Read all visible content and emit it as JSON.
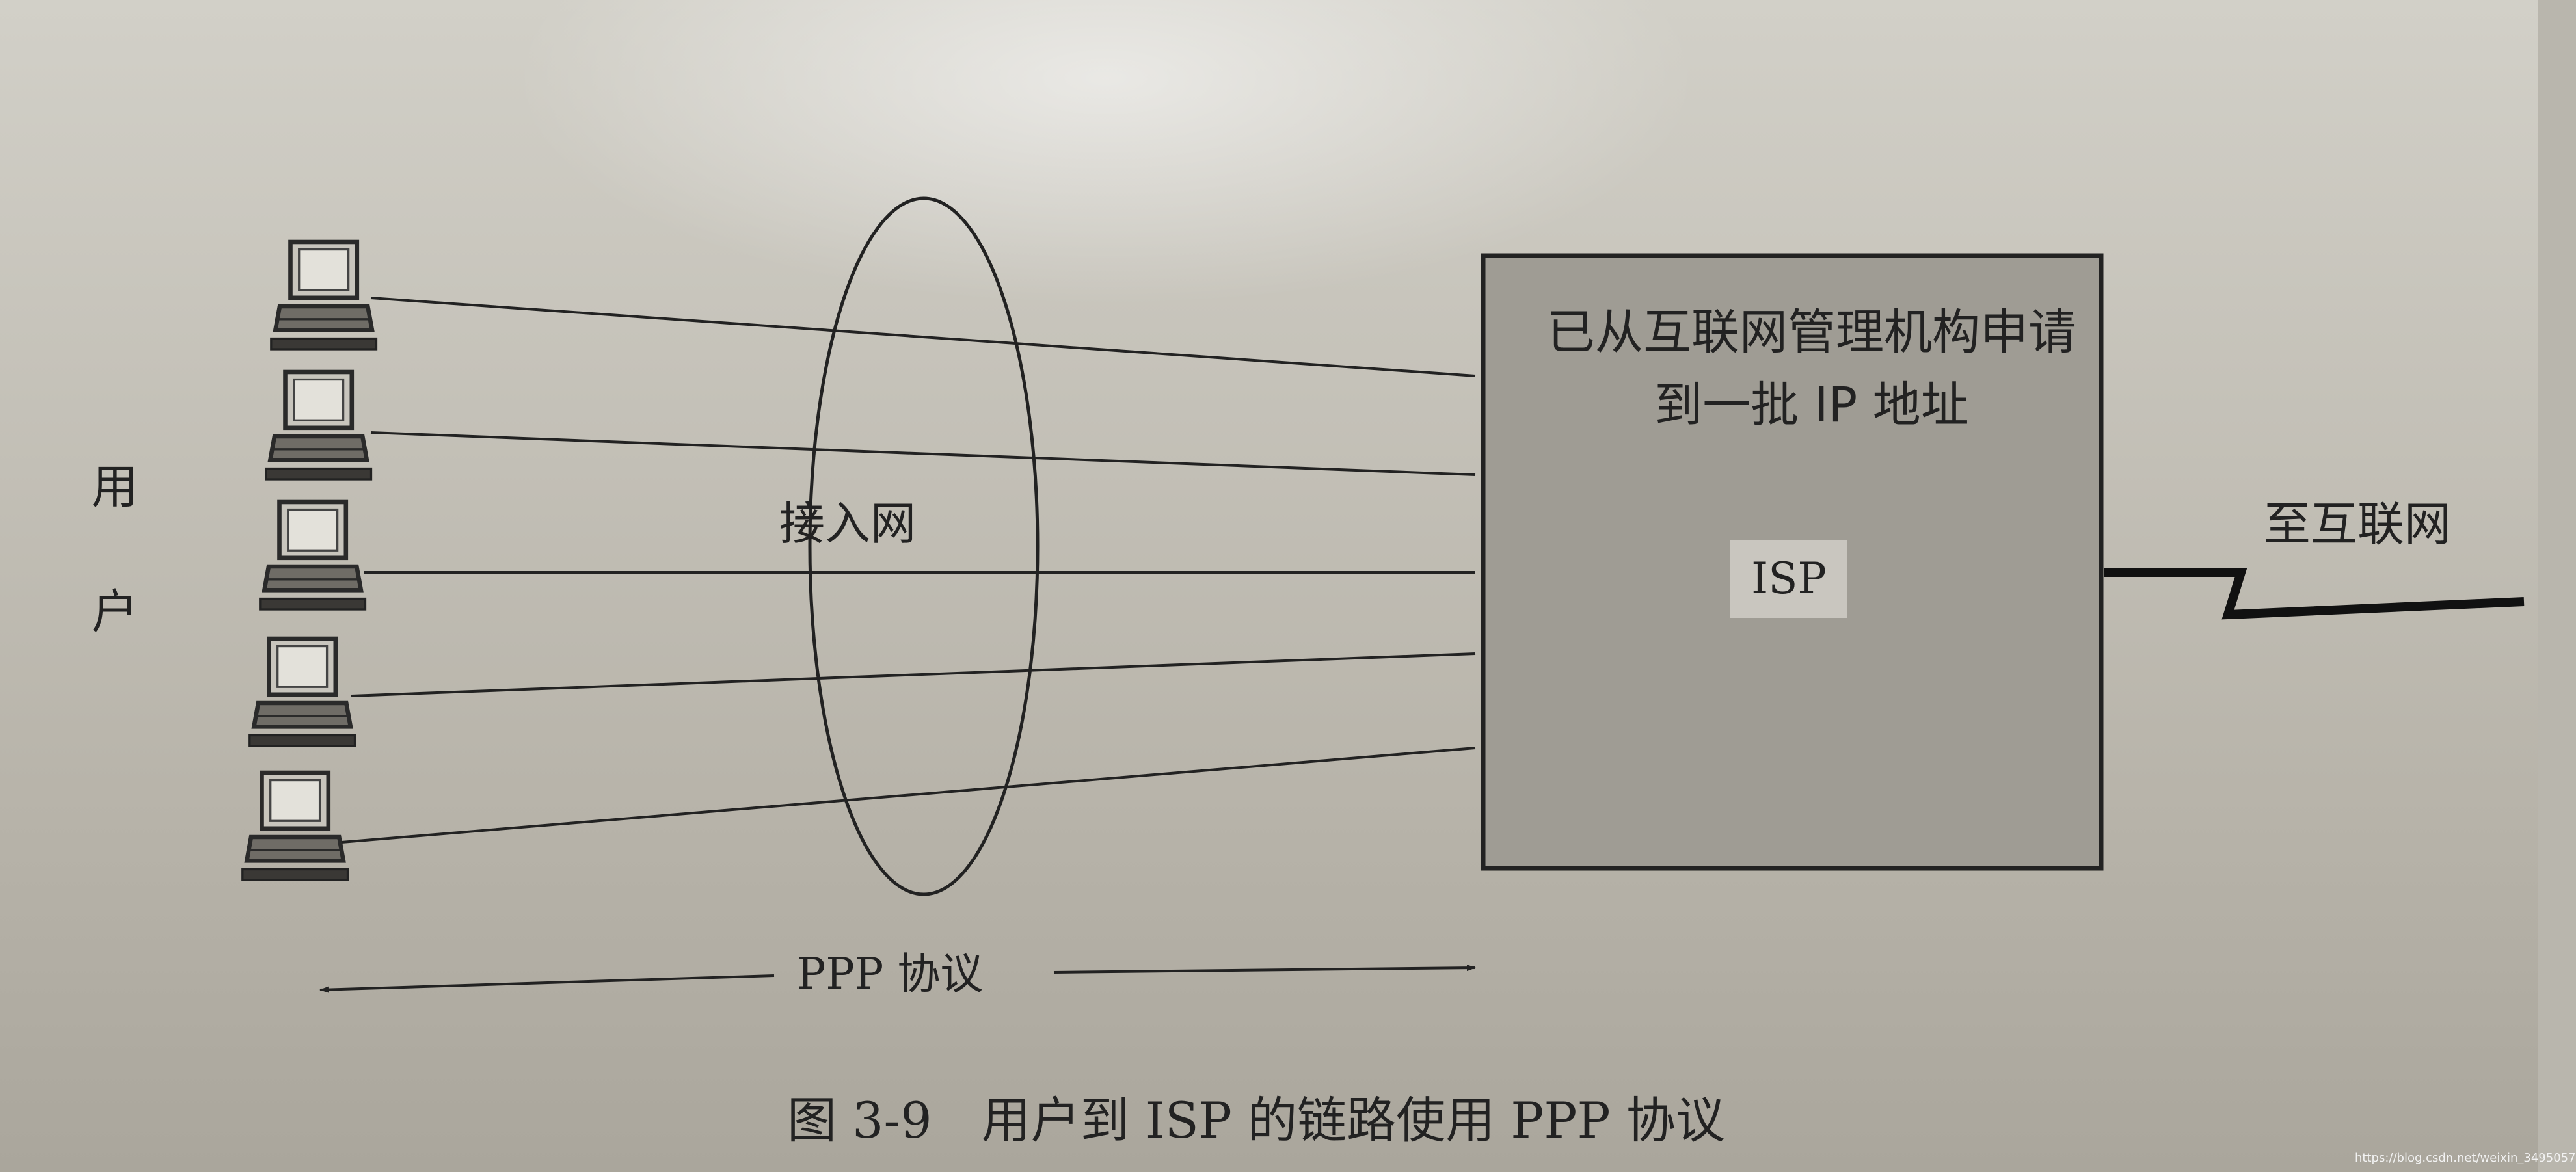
{
  "users_label": "用户",
  "access_network_label": "接入网",
  "isp": {
    "description": "已从互联网管理机构申请到一批 IP 地址",
    "name": "ISP"
  },
  "internet_label": "至互联网",
  "protocol_label": "PPP 协议",
  "caption": "图 3-9　用户到 ISP 的链路使用 PPP 协议",
  "watermark": "https://blog.csdn.net/weixin_3495057",
  "colors": {
    "ink": "#222222",
    "isp_box_fill": "#9f9c94",
    "isp_label_fill": "#c9c6bf"
  },
  "user_computer_count": 5
}
